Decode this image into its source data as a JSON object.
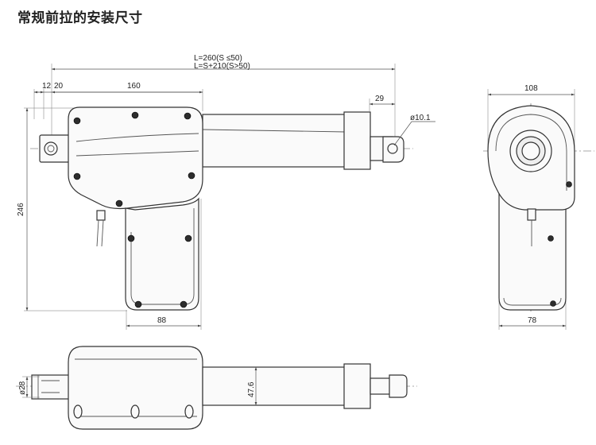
{
  "title": "常规前拉的安装尺寸",
  "dimensions": {
    "overall_length_1": "L=260(S ≤50)",
    "overall_length_2": "L=S+210(S>50)",
    "clevis_offset_12": "12",
    "clevis_offset_20": "20",
    "motor_length": "160",
    "rod_end": "29",
    "hole_dia": "ø10.1",
    "total_height": "246",
    "handle_width": "88",
    "side_width_top": "108",
    "side_width_bottom": "78",
    "pin_dia": "ø28",
    "tube_dia": "47.6"
  }
}
